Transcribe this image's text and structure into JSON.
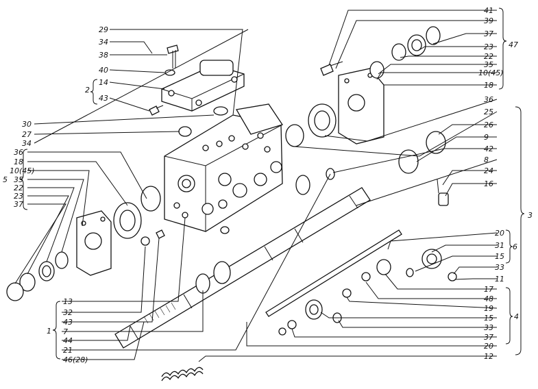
{
  "labels": {
    "l29": "29",
    "l34a": "34",
    "l38": "38",
    "l40": "40",
    "l14": "14",
    "l43a": "43",
    "l2": "2",
    "l30": "30",
    "l27": "27",
    "l34b": "34",
    "l36a": "36",
    "l18a": "18",
    "l10a": "10(45)",
    "l35a": "35",
    "l22a": "22",
    "l23a": "23",
    "l37a": "37",
    "l5": "5",
    "l13": "13",
    "l32": "32",
    "l43b": "43",
    "l7": "7",
    "l44": "44",
    "l21": "21",
    "l46": "46(28)",
    "l1": "1",
    "l41": "41",
    "l39": "39",
    "l37b": "37",
    "l23b": "23",
    "l22b": "22",
    "l35b": "35",
    "l10b": "10(45)",
    "l18b": "18",
    "l47": "47",
    "l36b": "36",
    "l25": "25",
    "l26": "26",
    "l9": "9",
    "l42": "42",
    "l8": "8",
    "l24": "24",
    "l16": "16",
    "l3": "3",
    "l20a": "20",
    "l31": "31",
    "l15a": "15",
    "l33a": "33",
    "l6": "6",
    "l11": "11",
    "l17": "17",
    "l48": "48",
    "l19": "19",
    "l15b": "15",
    "l33b": "33",
    "l37c": "37",
    "l20b": "20",
    "l12": "12",
    "l4": "4"
  }
}
